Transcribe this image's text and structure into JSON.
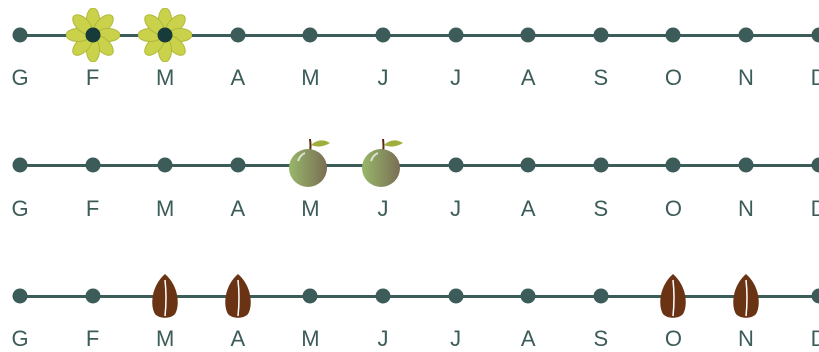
{
  "months": [
    "G",
    "F",
    "M",
    "A",
    "M",
    "J",
    "J",
    "A",
    "S",
    "O",
    "N",
    "D"
  ],
  "rows": [
    {
      "name": "flowering",
      "icon": "flower-icon",
      "marked": [
        1,
        2
      ]
    },
    {
      "name": "fruiting",
      "icon": "apple-icon",
      "marked": [
        4,
        5
      ]
    },
    {
      "name": "seeding",
      "icon": "seed-icon",
      "marked": [
        2,
        3,
        9,
        10
      ]
    }
  ],
  "colors": {
    "line": "#3c5c5a",
    "petal": "#c9d24a",
    "flower_center": "#173a3a",
    "apple_green": "#98b86a",
    "apple_brown": "#7a6d55",
    "leaf": "#9fae3c",
    "seed": "#6a3414"
  }
}
